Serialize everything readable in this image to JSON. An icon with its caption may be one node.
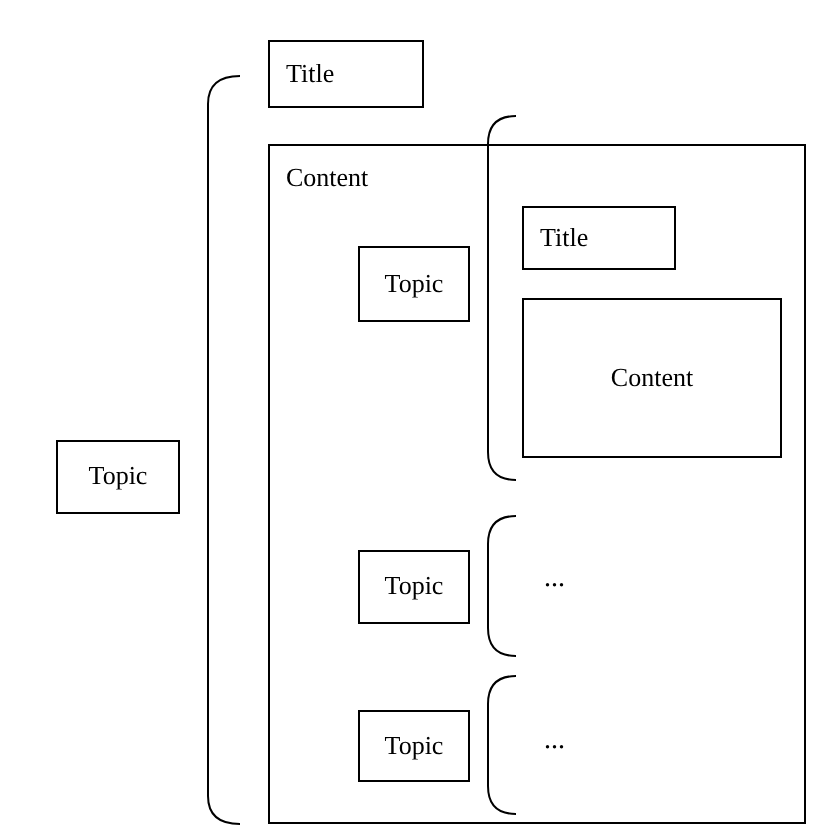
{
  "diagram": {
    "nodes": [
      {
        "text": [
          "Topic"
        ]
      },
      {
        "text": [
          "Title"
        ]
      },
      {
        "text": [
          "Content"
        ]
      },
      {
        "text": [
          "Topic"
        ],
        "in": 2
      },
      {
        "text": [
          "Title"
        ],
        "in": 2
      },
      {
        "text": [
          "Content"
        ],
        "in": 2
      },
      {
        "text": [
          "Topic"
        ],
        "in": 2
      },
      {
        "text": [
          "Topic"
        ],
        "in": 2
      }
    ],
    "labels": [
      "...",
      "..."
    ]
  }
}
